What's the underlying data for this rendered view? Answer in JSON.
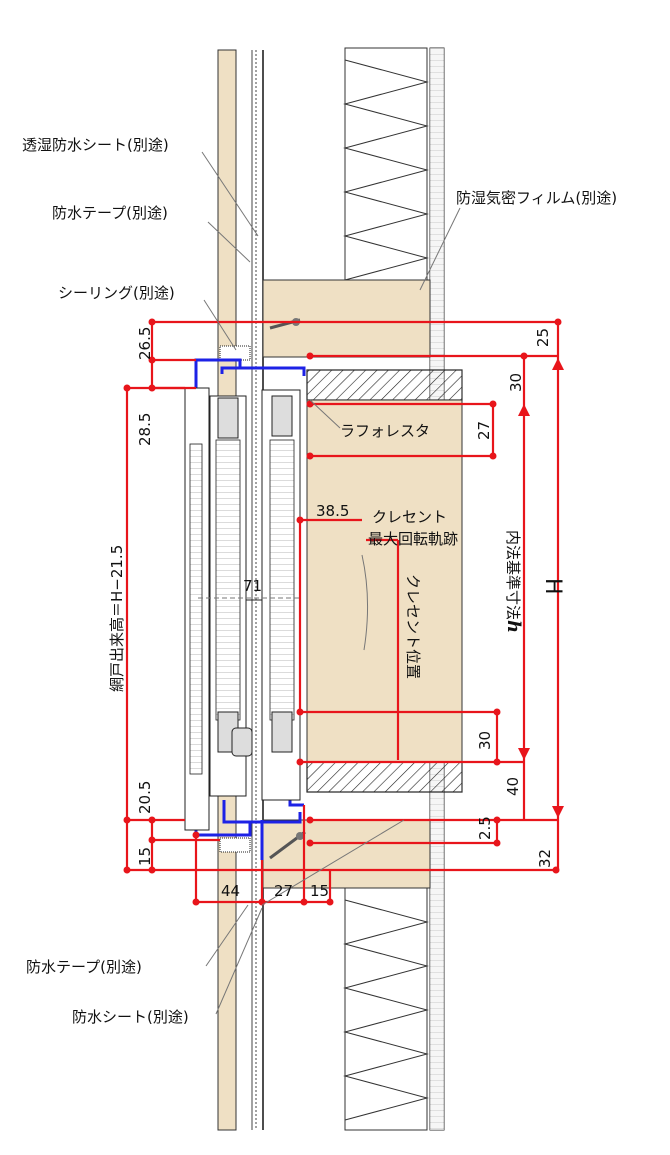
{
  "labels": {
    "moisture_sheet": "透湿防水シート(別途)",
    "tape_top": "防水テープ(別途)",
    "vapor_film": "防湿気密フィルム(別途)",
    "sealing": "シーリング(別途)",
    "laforesta": "ラフォレスタ",
    "crescent_track_1": "クレセント",
    "crescent_track_2": "最大回転軌跡",
    "crescent_position": "クレセント位置",
    "inner_dim_h": "内法基準寸法",
    "inner_dim_h_sym": "h",
    "big_H": "H",
    "screen_height": "網戸出来高＝H−21.5",
    "tape_bottom": "防水テープ(別途)",
    "sheet_bottom": "防水シート(別途)"
  },
  "dimensions": {
    "d26_5": "26.5",
    "d25": "25",
    "d28_5": "28.5",
    "d30_top": "30",
    "d27": "27",
    "d38_5": "38.5",
    "d71": "71",
    "d30_bottom": "30",
    "d40": "40",
    "d20_5": "20.5",
    "d2_5": "2.5",
    "d15": "15",
    "d32": "32",
    "d44": "44",
    "d27b": "27",
    "d15b": "15"
  },
  "colors": {
    "dimension": "#e8151b",
    "frame": "#1d22e6",
    "wood": "#efe0c4",
    "outline": "#222222"
  }
}
